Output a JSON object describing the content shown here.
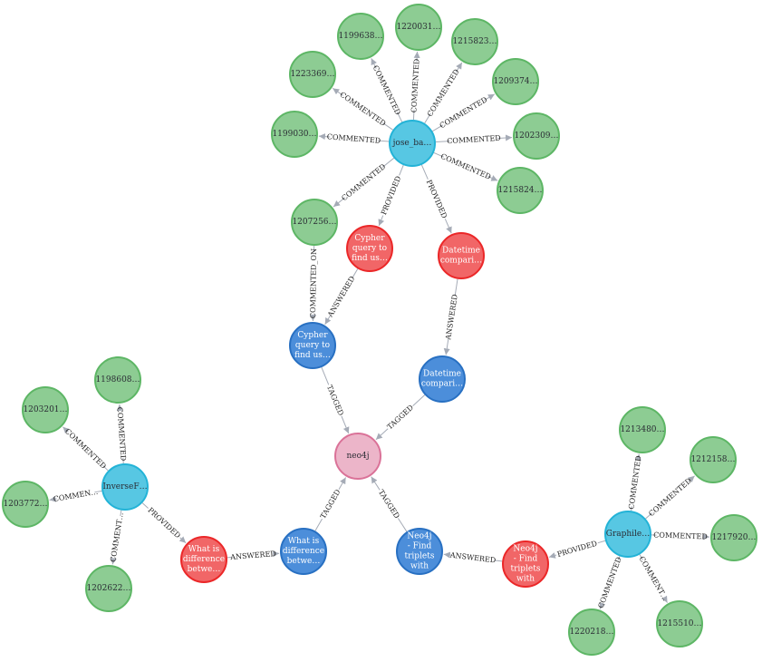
{
  "colors": {
    "Comment": {
      "fill": "#8dcc93",
      "stroke": "#5db665",
      "text": "#2a2c34"
    },
    "User": {
      "fill": "#57c7e3",
      "stroke": "#23b3d7",
      "text": "#2a2c34"
    },
    "Answer": {
      "fill": "#f16667",
      "stroke": "#eb2728",
      "text": "#ffffff"
    },
    "Question": {
      "fill": "#4c8eda",
      "stroke": "#2870c2",
      "text": "#ffffff"
    },
    "Tag": {
      "fill": "#ecb5c9",
      "stroke": "#da7298",
      "text": "#2a2c34"
    }
  },
  "nodes": [
    {
      "id": "jose",
      "type": "User",
      "lines": [
        "jose_ba…"
      ]
    },
    {
      "id": "c1199638",
      "type": "Comment",
      "lines": [
        "1199638…"
      ]
    },
    {
      "id": "c1220031",
      "type": "Comment",
      "lines": [
        "1220031…"
      ]
    },
    {
      "id": "c1215823",
      "type": "Comment",
      "lines": [
        "1215823…"
      ]
    },
    {
      "id": "c1223369",
      "type": "Comment",
      "lines": [
        "1223369…"
      ]
    },
    {
      "id": "c1209374",
      "type": "Comment",
      "lines": [
        "1209374…"
      ]
    },
    {
      "id": "c1199030",
      "type": "Comment",
      "lines": [
        "1199030…"
      ]
    },
    {
      "id": "c1202309",
      "type": "Comment",
      "lines": [
        "1202309…"
      ]
    },
    {
      "id": "c1215824",
      "type": "Comment",
      "lines": [
        "1215824…"
      ]
    },
    {
      "id": "c1207256",
      "type": "Comment",
      "lines": [
        "1207256…"
      ]
    },
    {
      "id": "a_cypher",
      "type": "Answer",
      "lines": [
        "Cypher",
        "query to",
        "find us…"
      ]
    },
    {
      "id": "a_datetime",
      "type": "Answer",
      "lines": [
        "Datetime",
        "compari…"
      ]
    },
    {
      "id": "q_cypher",
      "type": "Question",
      "lines": [
        "Cypher",
        "query to",
        "find us…"
      ]
    },
    {
      "id": "q_datetime",
      "type": "Question",
      "lines": [
        "Datetime",
        "compari…"
      ]
    },
    {
      "id": "neo4j",
      "type": "Tag",
      "lines": [
        "neo4j"
      ]
    },
    {
      "id": "inverse",
      "type": "User",
      "lines": [
        "InverseF…"
      ]
    },
    {
      "id": "c1198608",
      "type": "Comment",
      "lines": [
        "1198608…"
      ]
    },
    {
      "id": "c1203201",
      "type": "Comment",
      "lines": [
        "1203201…"
      ]
    },
    {
      "id": "c1203772",
      "type": "Comment",
      "lines": [
        "1203772…"
      ]
    },
    {
      "id": "c1202622",
      "type": "Comment",
      "lines": [
        "1202622…"
      ]
    },
    {
      "id": "a_what",
      "type": "Answer",
      "lines": [
        "What is",
        "difference",
        "betwe…"
      ]
    },
    {
      "id": "q_what",
      "type": "Question",
      "lines": [
        "What is",
        "difference",
        "betwe…"
      ]
    },
    {
      "id": "q_neo4j",
      "type": "Question",
      "lines": [
        "Neo4j",
        "- Find",
        "triplets",
        "with"
      ]
    },
    {
      "id": "a_neo4j",
      "type": "Answer",
      "lines": [
        "Neo4j",
        "- Find",
        "triplets",
        "with"
      ]
    },
    {
      "id": "graphile",
      "type": "User",
      "lines": [
        "Graphile…"
      ]
    },
    {
      "id": "c1213480",
      "type": "Comment",
      "lines": [
        "1213480…"
      ]
    },
    {
      "id": "c1212158",
      "type": "Comment",
      "lines": [
        "1212158…"
      ]
    },
    {
      "id": "c1217920",
      "type": "Comment",
      "lines": [
        "1217920…"
      ]
    },
    {
      "id": "c1215510",
      "type": "Comment",
      "lines": [
        "1215510…"
      ]
    },
    {
      "id": "c1220218",
      "type": "Comment",
      "lines": [
        "1220218…"
      ]
    }
  ],
  "edges": [
    {
      "from": "jose",
      "to": "c1199638",
      "label": "COMMENTED"
    },
    {
      "from": "jose",
      "to": "c1220031",
      "label": "COMMENTED"
    },
    {
      "from": "jose",
      "to": "c1215823",
      "label": "COMMENTED"
    },
    {
      "from": "jose",
      "to": "c1223369",
      "label": "COMMENTED"
    },
    {
      "from": "jose",
      "to": "c1209374",
      "label": "COMMENTED"
    },
    {
      "from": "jose",
      "to": "c1199030",
      "label": "COMMENTED"
    },
    {
      "from": "jose",
      "to": "c1202309",
      "label": "COMMENTED"
    },
    {
      "from": "jose",
      "to": "c1215824",
      "label": "COMMENTED"
    },
    {
      "from": "jose",
      "to": "c1207256",
      "label": "COMMENTED"
    },
    {
      "from": "jose",
      "to": "a_cypher",
      "label": "PROVIDED"
    },
    {
      "from": "jose",
      "to": "a_datetime",
      "label": "PROVIDED"
    },
    {
      "from": "c1207256",
      "to": "q_cypher",
      "label": "COMMENTED_ON"
    },
    {
      "from": "a_cypher",
      "to": "q_cypher",
      "label": "ANSWERED"
    },
    {
      "from": "a_datetime",
      "to": "q_datetime",
      "label": "ANSWERED"
    },
    {
      "from": "q_cypher",
      "to": "neo4j",
      "label": "TAGGED"
    },
    {
      "from": "q_datetime",
      "to": "neo4j",
      "label": "TAGGED"
    },
    {
      "from": "q_what",
      "to": "neo4j",
      "label": "TAGGED"
    },
    {
      "from": "q_neo4j",
      "to": "neo4j",
      "label": "TAGGED"
    },
    {
      "from": "inverse",
      "to": "c1198608",
      "label": "COMMENTED"
    },
    {
      "from": "inverse",
      "to": "c1203201",
      "label": "COMMENTED"
    },
    {
      "from": "inverse",
      "to": "c1203772",
      "label": "COMMEN…"
    },
    {
      "from": "inverse",
      "to": "c1202622",
      "label": "COMMENT…"
    },
    {
      "from": "inverse",
      "to": "a_what",
      "label": "PROVIDED"
    },
    {
      "from": "a_what",
      "to": "q_what",
      "label": "ANSWERED"
    },
    {
      "from": "a_neo4j",
      "to": "q_neo4j",
      "label": "ANSWERED"
    },
    {
      "from": "graphile",
      "to": "a_neo4j",
      "label": "PROVIDED"
    },
    {
      "from": "graphile",
      "to": "c1213480",
      "label": "COMMENTED"
    },
    {
      "from": "graphile",
      "to": "c1212158",
      "label": "COMMENTED"
    },
    {
      "from": "graphile",
      "to": "c1217920",
      "label": "COMMENTED"
    },
    {
      "from": "graphile",
      "to": "c1215510",
      "label": "COMMENT…"
    },
    {
      "from": "graphile",
      "to": "c1220218",
      "label": "COMMENTED"
    }
  ]
}
